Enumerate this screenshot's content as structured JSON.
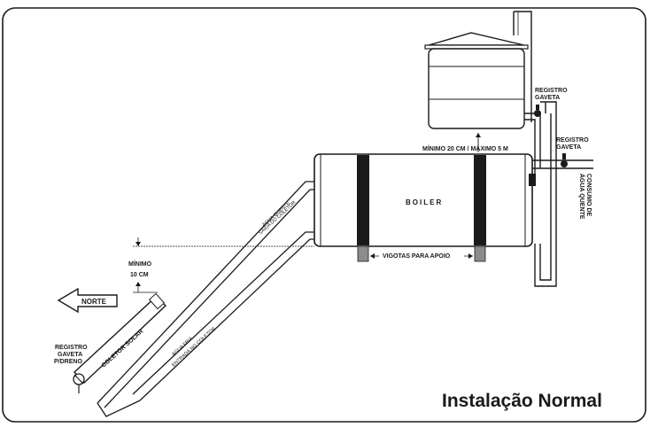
{
  "title": "Instalação Normal",
  "labels": {
    "boiler": "BOILER",
    "vigotas": "VIGOTAS PARA APOIO",
    "minimo_maximo": "MÍNIMO 20 CM / MÁXIMO 5 M",
    "minimo_l1": "MÍNIMO",
    "minimo_l2": "10 CM",
    "norte": "NORTE",
    "coletor": "COLETOR SOLAR",
    "registro_top_l1": "REGISTRO",
    "registro_top_l2": "GAVETA",
    "registro_right_l1": "REGISTRO",
    "registro_right_l2": "GAVETA",
    "consumo_l1": "CONSUMO DE",
    "consumo_l2": "ÁGUA QUENTE",
    "registro_left_l1": "REGISTRO",
    "registro_left_l2": "GAVETA",
    "registro_left_l3": "P/DRENO"
  },
  "colors": {
    "ink": "#1a1a1a",
    "pipe": "#ffffff",
    "band": "#1a1a1a",
    "support": "#8c8c8c",
    "tank": "#ffffff"
  }
}
